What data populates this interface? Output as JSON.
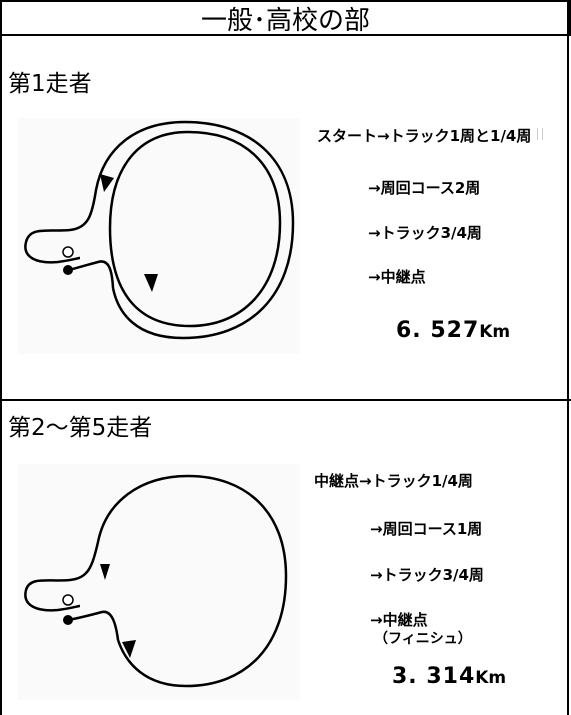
{
  "title": "一般･高校の部",
  "sections": [
    {
      "heading": "第1走者",
      "route": [
        "スタート→トラック1周と1/4周",
        "→周回コース2周",
        "→トラック3/4周",
        "→中継点"
      ],
      "distance_value": "6. 527",
      "distance_unit": "Km"
    },
    {
      "heading": "第2～第5走者",
      "route": [
        "中継点→トラック1/4周",
        "→周回コース1周",
        "→トラック3/4周",
        "→中継点",
        "（フィニシュ）"
      ],
      "distance_value": "3. 314",
      "distance_unit": "Km"
    }
  ]
}
